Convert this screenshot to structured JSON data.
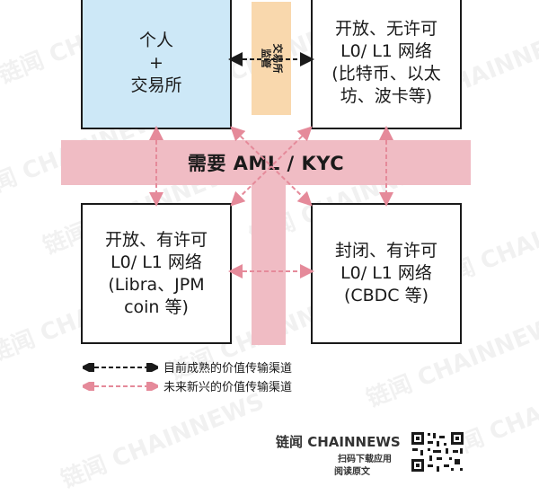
{
  "band_label": "需要 AML / KYC",
  "boxes": {
    "top_left": [
      "个人",
      "+",
      "交易所"
    ],
    "top_right": [
      "开放、无许可",
      "L0/ L1 网络",
      "(比特币、以太",
      "坊、波卡等)"
    ],
    "bottom_left": [
      "开放、有许可",
      "L0/ L1 网络",
      "(Libra、JPM",
      "coin 等)"
    ],
    "bottom_right": [
      "封闭、有许可",
      "L0/ L1 网络",
      "(CBDC 等)"
    ]
  },
  "exchange_tag": "交易所\n监管",
  "legend": {
    "mature": "目前成熟的价值传输渠道",
    "emerging": "未来新兴的价值传输渠道"
  },
  "footer": {
    "brand": "链闻 CHAINNEWS",
    "scan": "扫码下载应用",
    "read": "阅读原文"
  },
  "watermark": "链闻 CHAINNEWS",
  "colors": {
    "band": "#f0bcc4",
    "top_left_fill": "#cde8f7",
    "exchange_fill": "#f9d8ad",
    "emerging_arrow": "#e58a9a",
    "mature_arrow": "#1a1a1a"
  }
}
